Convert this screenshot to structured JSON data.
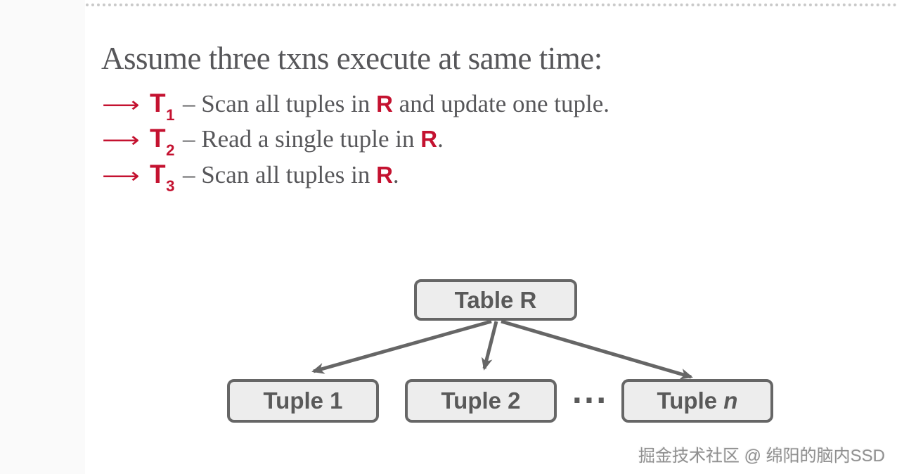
{
  "slide": {
    "title": "Assume three txns execute at same time:",
    "bullets": [
      {
        "arrow": "⟶",
        "txn": "T",
        "sub": "1",
        "pre": "– Scan all tuples in ",
        "emph": "R",
        "post": " and update one tuple."
      },
      {
        "arrow": "⟶",
        "txn": "T",
        "sub": "2",
        "pre": "– Read a single tuple in ",
        "emph": "R",
        "post": "."
      },
      {
        "arrow": "⟶",
        "txn": "T",
        "sub": "3",
        "pre": "– Scan all tuples in ",
        "emph": "R",
        "post": "."
      }
    ]
  },
  "diagram": {
    "root_label": "Table R",
    "tuple1_label": "Tuple 1",
    "tuple2_label": "Tuple 2",
    "tuplen_prefix": "Tuple ",
    "tuplen_var": "n",
    "ellipsis": "···"
  },
  "watermark": "掘金技术社区 @ 绵阳的脑内SSD",
  "colors": {
    "accent_red": "#c41230",
    "body_text": "#57575a",
    "diagram_stroke": "#666666",
    "box_fill": "#ededed",
    "box_text": "#595959",
    "dotted_rule": "#c9c9c9",
    "watermark_text": "#8f8f8f"
  }
}
